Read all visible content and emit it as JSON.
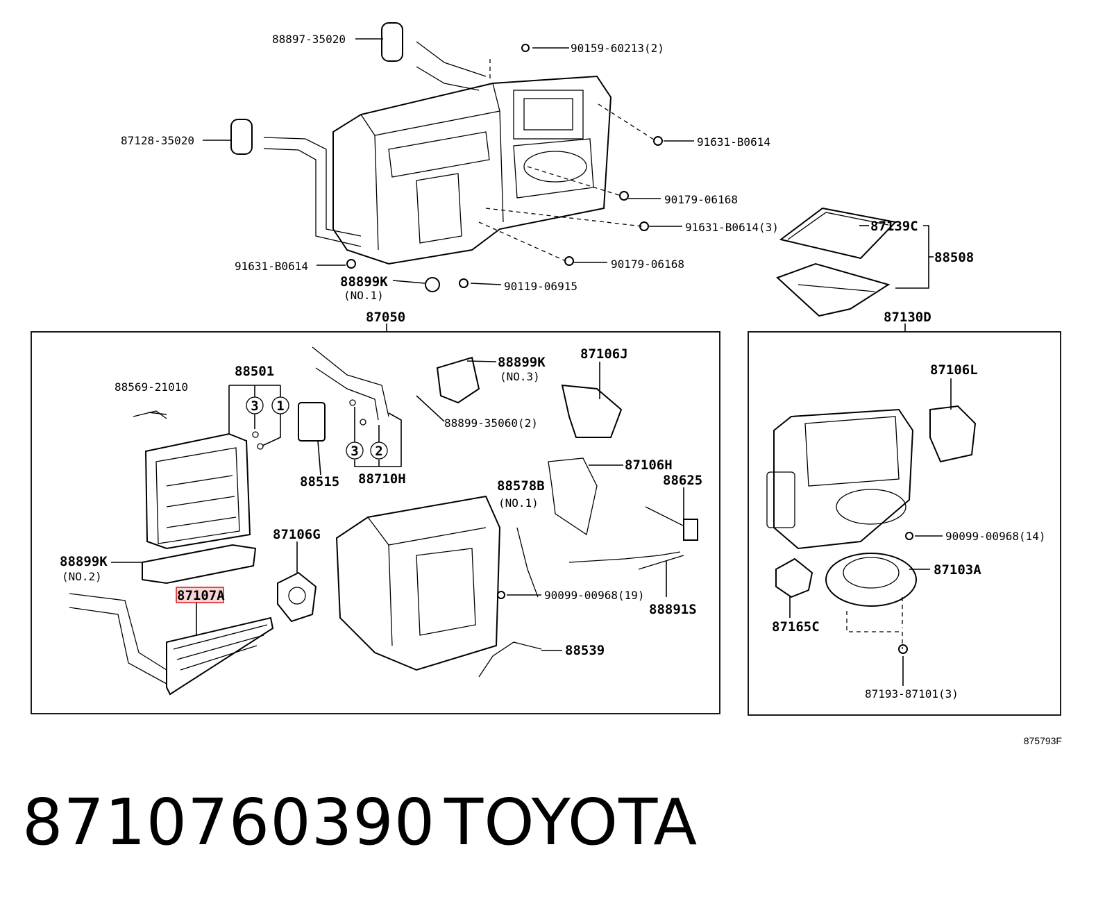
{
  "figure_code": "875793F",
  "footer": {
    "part_number": "8710760390",
    "brand": "TOYOTA"
  },
  "highlight_color": "#dd2222",
  "callouts": {
    "c88897": "88897-35020",
    "c90159": "90159-60213(2)",
    "c87128": "87128-35020",
    "c91631a": "91631-B0614",
    "c90179a": "90179-06168",
    "c91631b": "91631-B0614(3)",
    "c87139C": "87139C",
    "c88508": "88508",
    "c91631c": "91631-B0614",
    "c90179b": "90179-06168",
    "c88899Ka": "88899K",
    "c88899Ka_no": "(NO.1)",
    "c90119": "90119-06915",
    "c87050": "87050",
    "c87130D": "87130D",
    "c88569": "88569-21010",
    "c88501": "88501",
    "c88515": "88515",
    "c88710H": "88710H",
    "c88899Kb": "88899K",
    "c88899Kb_no": "(NO.3)",
    "c88899s": "88899-35060(2)",
    "c87106J": "87106J",
    "c87106H": "87106H",
    "c88578B": "88578B",
    "c88578B_no": "(NO.1)",
    "c88625": "88625",
    "c87106G": "87106G",
    "c88899Kc": "88899K",
    "c88899Kc_no": "(NO.2)",
    "c87107A": "87107A",
    "c90099a": "90099-00968(19)",
    "c88891S": "88891S",
    "c88539": "88539",
    "c87106L": "87106L",
    "c90099b": "90099-00968(14)",
    "c87103A": "87103A",
    "c87165C": "87165C",
    "c87193": "87193-87101(3)"
  },
  "circle_numbers": {
    "n3a": "3",
    "n1": "1",
    "n3b": "3",
    "n2": "2"
  }
}
